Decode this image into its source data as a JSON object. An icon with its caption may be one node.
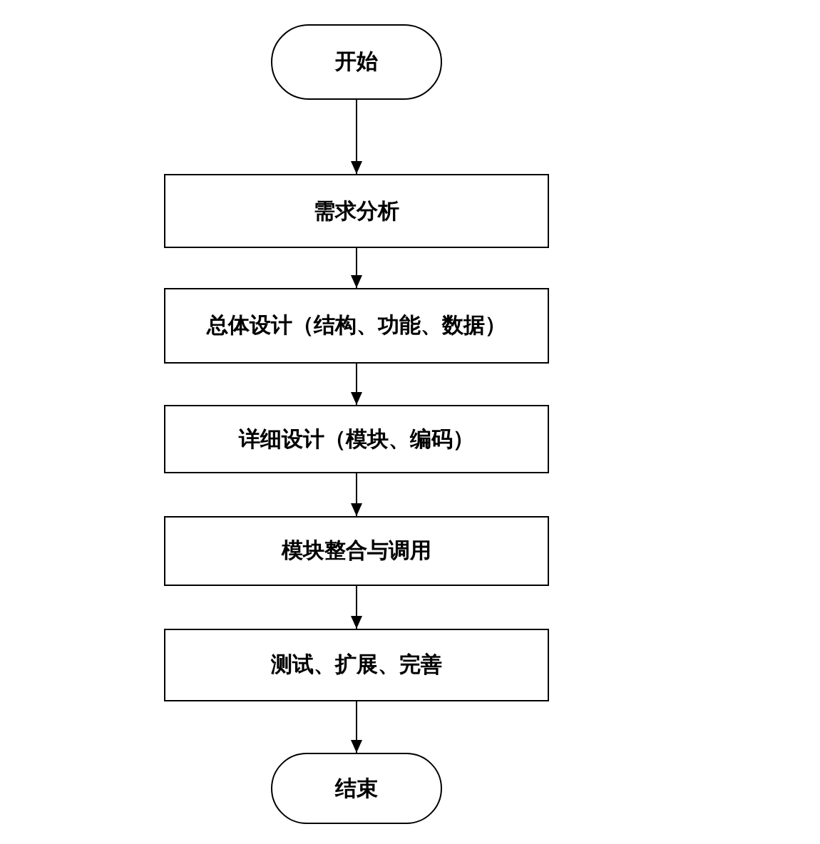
{
  "diagram": {
    "nodes": [
      {
        "text": [
          "开始"
        ]
      },
      {
        "text": [
          "需求分析"
        ]
      },
      {
        "text": [
          "总体设计（结构、功能、数据）"
        ]
      },
      {
        "text": [
          "详细设计（模块、编码）"
        ]
      },
      {
        "text": [
          "模块整合与调用"
        ]
      },
      {
        "text": [
          "测试、扩展、完善"
        ]
      },
      {
        "text": [
          "结束"
        ]
      }
    ],
    "edges": [
      {
        "from": 0,
        "to": 1,
        "arrow": "to"
      },
      {
        "from": 1,
        "to": 2,
        "arrow": "to"
      },
      {
        "from": 2,
        "to": 3,
        "arrow": "to"
      },
      {
        "from": 3,
        "to": 4,
        "arrow": "to"
      },
      {
        "from": 4,
        "to": 5,
        "arrow": "to"
      },
      {
        "from": 5,
        "to": 6,
        "arrow": "to"
      }
    ]
  }
}
